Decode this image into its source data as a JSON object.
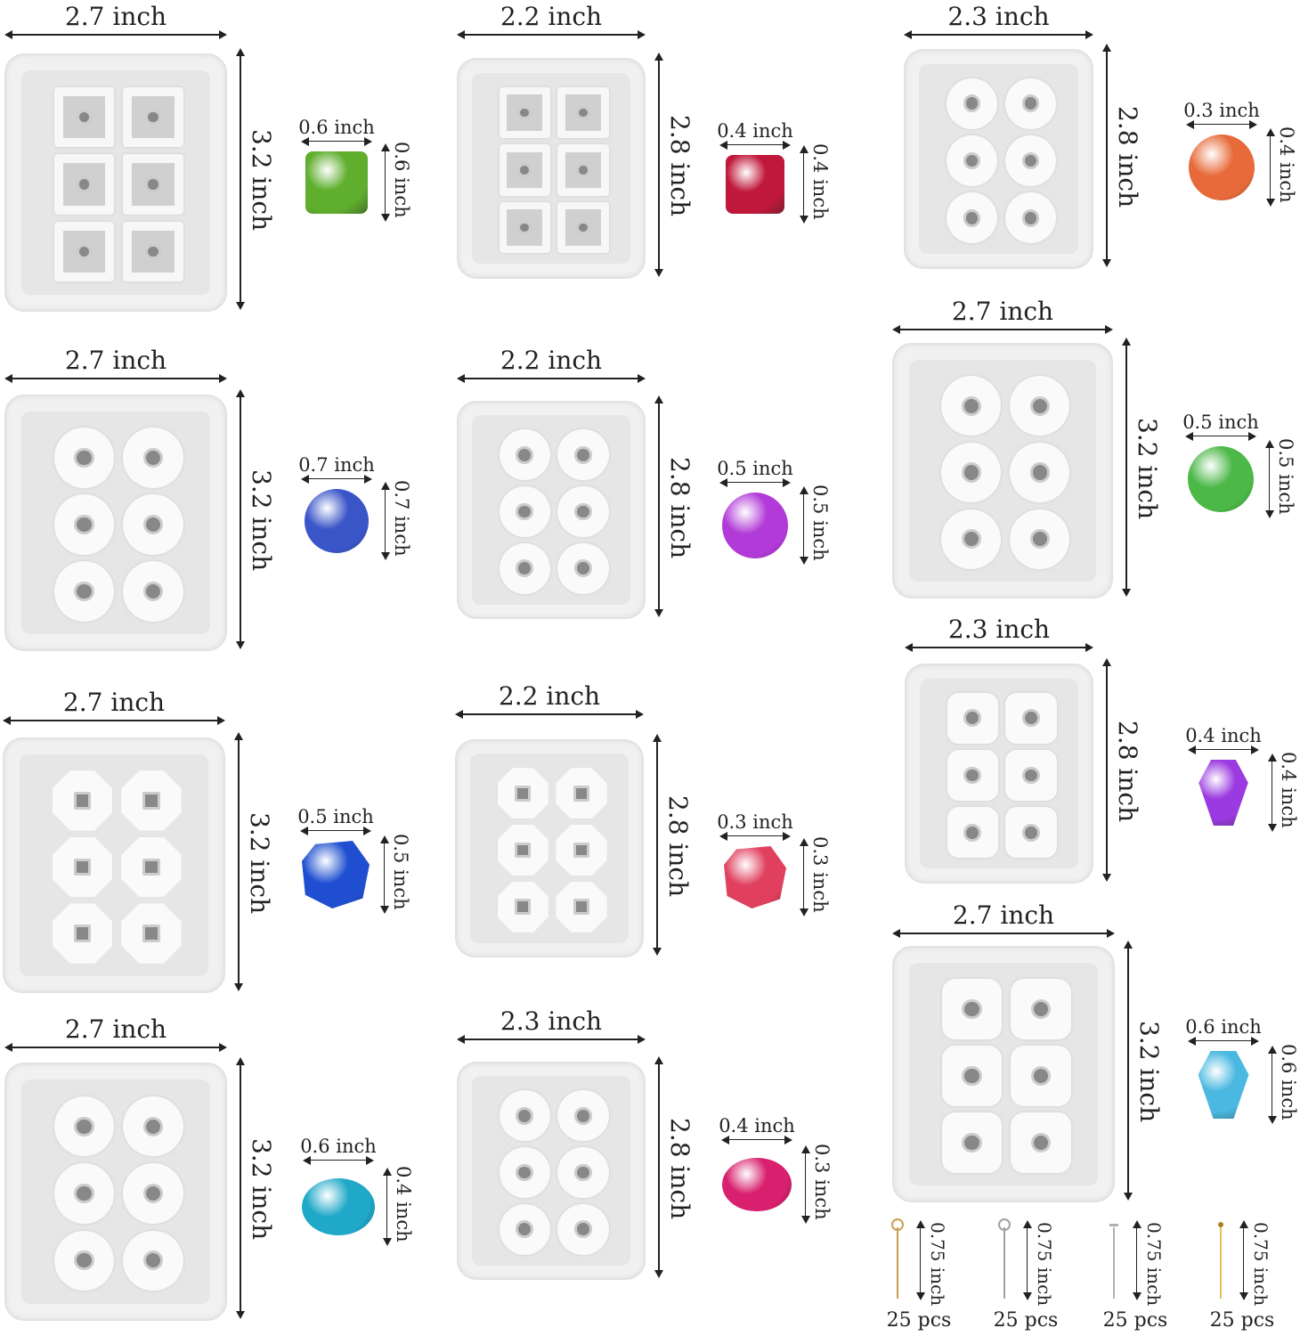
{
  "molds": [
    {
      "width_label": "2.7 inch",
      "height_label": "3.2 inch",
      "cavity": "square",
      "bead": {
        "shape": "cube",
        "color": "#5fae2e",
        "width_label": "0.6 inch",
        "height_label": "0.6 inch"
      }
    },
    {
      "width_label": "2.7 inch",
      "height_label": "3.2 inch",
      "cavity": "round",
      "bead": {
        "shape": "sphere",
        "color": "#3a55c8",
        "width_label": "0.7 inch",
        "height_label": "0.7 inch"
      }
    },
    {
      "width_label": "2.7 inch",
      "height_label": "3.2 inch",
      "cavity": "octagon",
      "bead": {
        "shape": "faceted",
        "color": "#1f4fd0",
        "width_label": "0.5 inch",
        "height_label": "0.5 inch"
      }
    },
    {
      "width_label": "2.7 inch",
      "height_label": "3.2 inch",
      "cavity": "round",
      "bead": {
        "shape": "rondelle",
        "color": "#1fa8c8",
        "width_label": "0.6 inch",
        "height_label": "0.4 inch"
      }
    },
    {
      "width_label": "2.2 inch",
      "height_label": "2.8 inch",
      "cavity": "square",
      "bead": {
        "shape": "cube",
        "color": "#c0183a",
        "width_label": "0.4 inch",
        "height_label": "0.4 inch"
      }
    },
    {
      "width_label": "2.2 inch",
      "height_label": "2.8 inch",
      "cavity": "round",
      "bead": {
        "shape": "sphere",
        "color": "#b23ad8",
        "width_label": "0.5 inch",
        "height_label": "0.5 inch"
      }
    },
    {
      "width_label": "2.2 inch",
      "height_label": "2.8 inch",
      "cavity": "octagon",
      "bead": {
        "shape": "faceted",
        "color": "#e0405e",
        "width_label": "0.3 inch",
        "height_label": "0.3 inch"
      }
    },
    {
      "width_label": "2.3 inch",
      "height_label": "2.8 inch",
      "cavity": "round",
      "bead": {
        "shape": "rondelle",
        "color": "#d8206e",
        "width_label": "0.4 inch",
        "height_label": "0.3 inch"
      }
    },
    {
      "width_label": "2.3 inch",
      "height_label": "2.8 inch",
      "cavity": "round",
      "bead": {
        "shape": "sphere",
        "color": "#e86a3a",
        "width_label": "0.3 inch",
        "height_label": "0.4 inch"
      }
    },
    {
      "width_label": "2.7 inch",
      "height_label": "3.2 inch",
      "cavity": "round",
      "bead": {
        "shape": "sphere",
        "color": "#4cb848",
        "width_label": "0.5 inch",
        "height_label": "0.5 inch"
      }
    },
    {
      "width_label": "2.3 inch",
      "height_label": "2.8 inch",
      "cavity": "roundsquare",
      "bead": {
        "shape": "bicone",
        "color": "#9a3ae0",
        "width_label": "0.4 inch",
        "height_label": "0.4 inch"
      }
    },
    {
      "width_label": "2.7 inch",
      "height_label": "3.2 inch",
      "cavity": "roundsquare",
      "bead": {
        "shape": "bicone",
        "color": "#4ab8e0",
        "width_label": "0.6 inch",
        "height_label": "0.6 inch"
      }
    }
  ],
  "pins": [
    {
      "type": "eye-pin",
      "color": "#c8a050",
      "length_label": "0.75 inch",
      "count_label": "25 pcs"
    },
    {
      "type": "eye-pin",
      "color": "#a0a0a0",
      "length_label": "0.75 inch",
      "count_label": "25 pcs"
    },
    {
      "type": "head-pin",
      "color": "#b0b0b0",
      "length_label": "0.75 inch",
      "count_label": "25 pcs"
    },
    {
      "type": "ball-pin",
      "color": "#e0c060",
      "length_label": "0.75 inch",
      "count_label": "25 pcs"
    }
  ]
}
